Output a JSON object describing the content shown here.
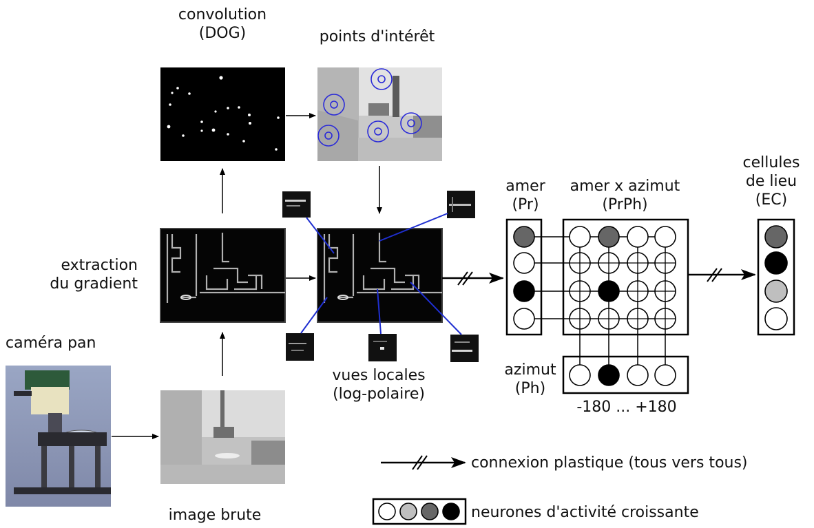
{
  "labels": {
    "convolution": "convolution",
    "dog": "(DOG)",
    "points_interet": "points d'intérêt",
    "extraction": "extraction",
    "du_gradient": "du gradient",
    "camera_pan": "caméra pan",
    "image_brute": "image brute",
    "vues_locales": "vues locales",
    "log_polaire": "(log-polaire)",
    "amer": "amer",
    "pr": "(Pr)",
    "amer_x_azimut": "amer x azimut",
    "prph": "(PrPh)",
    "cellules": "cellules",
    "de_lieu": "de lieu",
    "ec": "(EC)",
    "azimut": "azimut",
    "ph": "(Ph)",
    "range": "-180 ... +180"
  },
  "legend": {
    "plastic_connection": "connexion plastique (tous vers tous)",
    "neurons_activity": "neurones d'activité croissante"
  },
  "neuron_activity": {
    "amer": [
      0.6,
      0.0,
      1.0,
      0.0
    ],
    "azimut": [
      0.0,
      1.0,
      0.0,
      0.0
    ],
    "grid": [
      [
        0.0,
        0.6,
        0.0,
        0.0
      ],
      [
        0.0,
        0.0,
        0.0,
        0.0
      ],
      [
        0.0,
        1.0,
        0.0,
        0.0
      ],
      [
        0.0,
        0.0,
        0.0,
        0.0
      ]
    ],
    "cellules": [
      0.6,
      1.0,
      0.25,
      0.0
    ],
    "legend_scale": [
      0.0,
      0.25,
      0.6,
      1.0
    ]
  },
  "colors": {
    "link_blue": "#1f2fd0",
    "circle_blue": "#2a2ad8",
    "neuron_dark": "#6a6a6a",
    "neuron_light": "#c8c8c8",
    "neuron_black": "#000000"
  }
}
